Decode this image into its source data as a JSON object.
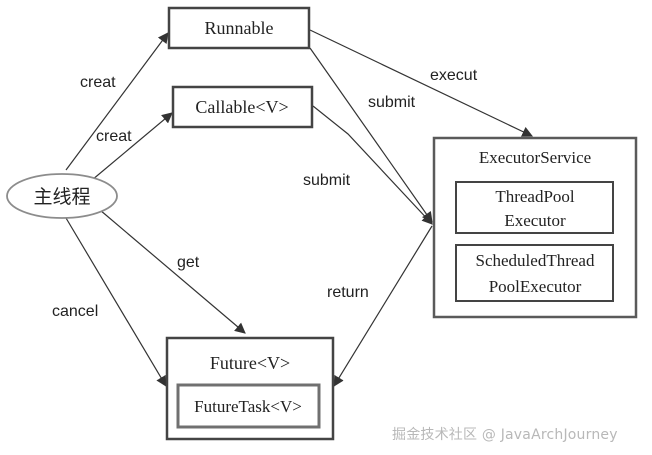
{
  "nodes": {
    "main_thread": "主线程",
    "runnable": "Runnable",
    "callable": "Callable<V>",
    "executor_service": "ExecutorService",
    "thread_pool_executor": [
      "ThreadPool",
      "Executor"
    ],
    "scheduled_thread_pool_executor": [
      "ScheduledThread",
      "PoolExecutor"
    ],
    "future": "Future<V>",
    "future_task": "FutureTask<V>"
  },
  "edges": {
    "creat_runnable": "creat",
    "creat_callable": "creat",
    "get": "get",
    "cancel": "cancel",
    "execut": "execut",
    "submit_runnable": "submit",
    "submit_callable": "submit",
    "return": "return"
  },
  "watermark": "掘金技术社区 @ JavaArchJourney",
  "colors": {
    "line": "#333333",
    "box_border": "#5a5a5a",
    "ellipse_border": "#8c8c8c",
    "text": "#222222",
    "watermark": "#b8b8b8"
  }
}
